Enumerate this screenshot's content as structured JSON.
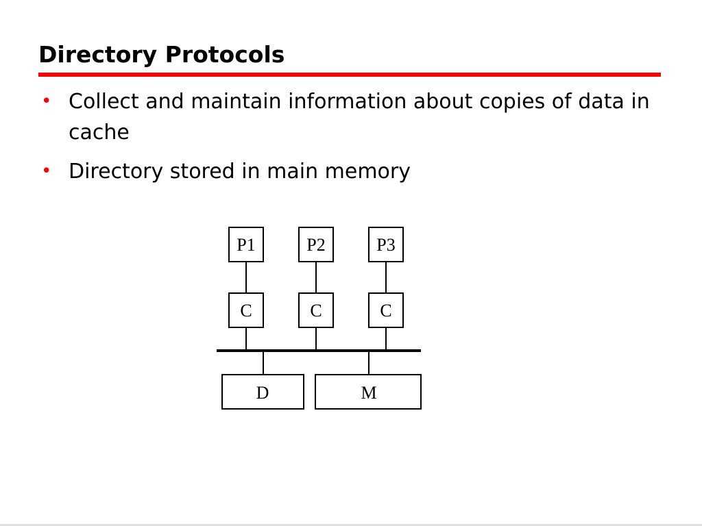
{
  "slide": {
    "title": "Directory Protocols",
    "accent_color": "#ff0000",
    "bullet_color": "#ff0000",
    "bullets": [
      "Collect and maintain information about copies of data in cache",
      "Directory stored in main memory"
    ]
  },
  "diagram": {
    "processors": [
      "P1",
      "P2",
      "P3"
    ],
    "caches": [
      "C",
      "C",
      "C"
    ],
    "directory_label": "D",
    "memory_label": "M"
  }
}
